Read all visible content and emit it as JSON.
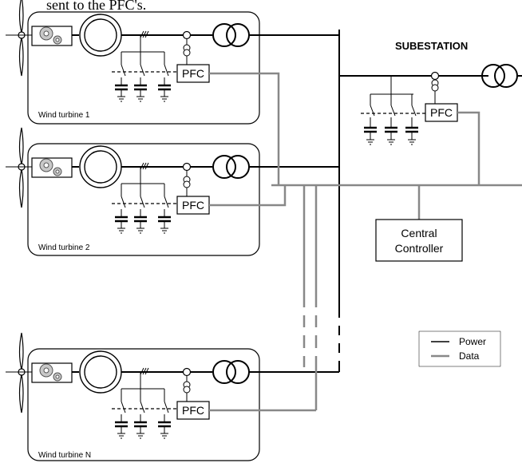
{
  "page": {
    "top_fragment": "sent to the PFC's."
  },
  "turbines": [
    {
      "label": "Wind turbine 1",
      "pfc_label": "PFC"
    },
    {
      "label": "Wind turbine 2",
      "pfc_label": "PFC"
    },
    {
      "label": "Wind turbine N",
      "pfc_label": "PFC"
    }
  ],
  "substation": {
    "title": "SUBESTATION",
    "pfc_label": "PFC"
  },
  "central_controller": {
    "line1": "Central",
    "line2": "Controller"
  },
  "legend": {
    "power_label": "Power",
    "data_label": "Data",
    "power_color": "#000000",
    "data_color": "#888888"
  }
}
